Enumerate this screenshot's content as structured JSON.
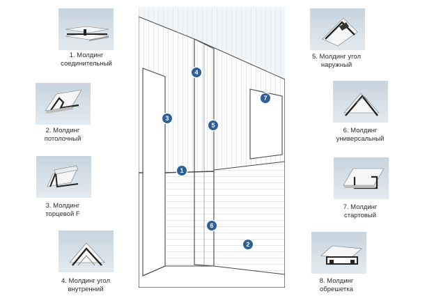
{
  "items": [
    {
      "num": "1",
      "line1": "1. Молдинг",
      "line2": "соединительный",
      "icon": "connecting-molding-icon"
    },
    {
      "num": "2",
      "line1": "2. Молдинг",
      "line2": "потолочный",
      "icon": "ceiling-molding-icon"
    },
    {
      "num": "3",
      "line1": "3. Молдинг",
      "line2": "торцевой F",
      "icon": "end-f-molding-icon"
    },
    {
      "num": "4",
      "line1": "4. Молдинг угол",
      "line2": "внутренний",
      "icon": "inner-corner-molding-icon"
    },
    {
      "num": "5",
      "line1": "5. Молдинг угол",
      "line2": "наружный",
      "icon": "outer-corner-molding-icon"
    },
    {
      "num": "6",
      "line1": "6. Молдинг",
      "line2": "универсальный",
      "icon": "universal-molding-icon"
    },
    {
      "num": "7",
      "line1": "7. Молдинг",
      "line2": "стартовый",
      "icon": "starter-molding-icon"
    },
    {
      "num": "8",
      "line1": "8. Молдинг",
      "line2": "обрешетка",
      "icon": "batten-molding-icon"
    }
  ],
  "colors": {
    "badge": "#2f5f99",
    "thumb_top": "#c7d4de",
    "thumb_bottom": "#e3eaef",
    "line": "#444444"
  }
}
